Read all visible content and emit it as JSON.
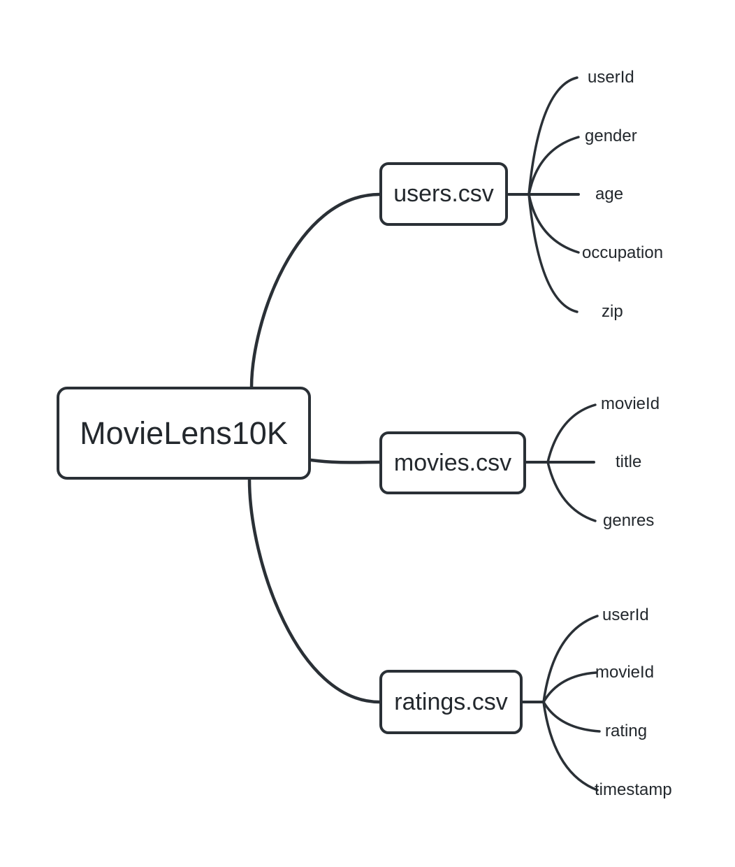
{
  "diagram": {
    "type": "mindmap",
    "root": {
      "label": "MovieLens10K"
    },
    "branches": [
      {
        "label": "users.csv",
        "leaves": [
          "userId",
          "gender",
          "age",
          "occupation",
          "zip"
        ]
      },
      {
        "label": "movies.csv",
        "leaves": [
          "movieId",
          "title",
          "genres"
        ]
      },
      {
        "label": "ratings.csv",
        "leaves": [
          "userId",
          "movieId",
          "rating",
          "timestamp"
        ]
      }
    ],
    "colors": {
      "stroke": "#2a3036",
      "text": "#23282d",
      "background": "#ffffff"
    }
  }
}
